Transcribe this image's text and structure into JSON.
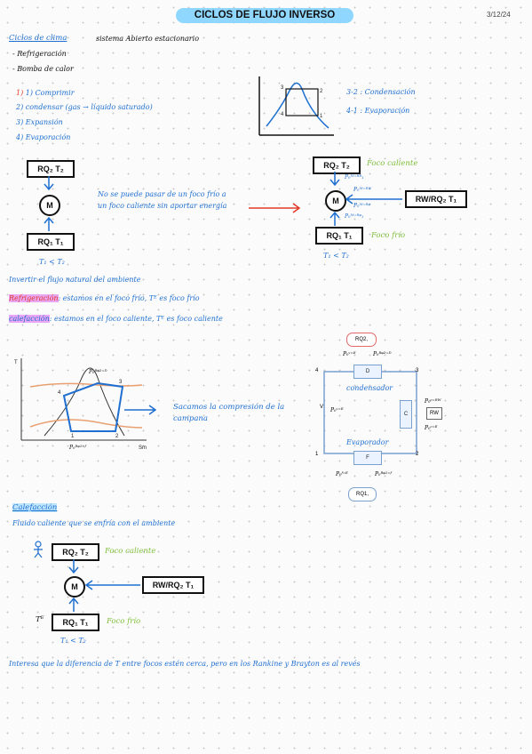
{
  "header": {
    "title": "CICLOS DE FLUJO INVERSO",
    "date": "3/12/24"
  },
  "intro": {
    "heading": "Ciclos de clima",
    "text": "sistema Abierto estacionario",
    "items": [
      "- Refrigeración",
      "- Bomba de calor"
    ]
  },
  "steps": [
    "1) Comprimir",
    "2) condensar (gas → líquido saturado)",
    "3) Expansión",
    "4) Evaporación"
  ],
  "pv_notes": [
    "3-2 : Condensación",
    "4-1 : Evaporación"
  ],
  "pv_labels": [
    "1",
    "2",
    "3",
    "4"
  ],
  "diagram_left": {
    "top_box": "RQ₂ T₂",
    "motor": "M",
    "bottom_box": "RQ₁ T₁",
    "cond": "T₁ < T₂",
    "note": "No se puede pasar de un foco frío a un foco caliente sin aportar energía"
  },
  "diagram_right": {
    "top_box": "RQ₂ T₂",
    "top_label": "Foco caliente",
    "motor": "M",
    "side_box": "RW/RQ₂ T₁",
    "bottom_box": "RQ₁ T₁",
    "bottom_label": "Foco frío",
    "cond": "T₁ < T₂",
    "p_top": "P₀ᴹ⁼ᴿᴮ₁",
    "p_mid_top": "P₀ᴹ⁼ᴿᵂ",
    "p_mid_bot": "P₀ᴹ⁼ᴿᵠ",
    "p_bot": "P₀ᴹ⁼ᴿᵠ₁"
  },
  "lines": {
    "invert": "Invertir el flujo natural del ambiente",
    "refrig_label": "Refrigeración",
    "refrig_text": ": estamos en el foco frío, Tᴱ es foco frío",
    "calef_label": "calefacción",
    "calef_text": ": estamos en el foco caliente, Tᴱ es foco caliente"
  },
  "ts_chart": {
    "axis_y": "T",
    "axis_x": "Sm",
    "labels": [
      "1",
      "2",
      "3",
      "4"
    ],
    "p_top": "P₀ᴿᵠ²⁼ᴰ",
    "p_bot": "P₀ᴿᵠ¹⁼ᶠ",
    "note": "Sacamos la compresión de la campana"
  },
  "cycle": {
    "rq2": "RQ2,",
    "rq1": "RQ1,",
    "p_top_left": "P₀ᵛ⁼ᴱ",
    "p_top_right": "P₀ᴿᵠ²⁼ᴰ",
    "d": "D",
    "condensador": "condensador",
    "v": "V",
    "p_v": "P₀ᵛ⁼ᴱ",
    "c": "C",
    "rw": "RW",
    "p_c_top": "P₀ᶜ⁼ᴿᵂ",
    "p_c_bot": "P₀ᶜ⁼ᴱ",
    "evaporador": "Evaporador",
    "f": "F",
    "p_bot_left": "P₀ᶠ⁼ᴱ",
    "p_bot_right": "P₀ᴿᵠ¹⁼ᶠ",
    "nums": [
      "4",
      "3",
      "1",
      "2"
    ]
  },
  "calef": {
    "heading": "Calefacción",
    "text": "Fluido caliente que se enfría con el ambiente",
    "top_box": "RQ₂ T₂",
    "top_label": "Foco caliente",
    "motor": "M",
    "side_box": "RW/RQ₂ T₁",
    "te": "Tᴱ",
    "bottom_box": "RQ₁ T₁",
    "bottom_label": "Foco frío",
    "cond": "T₁ < T₂",
    "final": "Interesa que la diferencia de T entre focos estén cerca, pero en los Rankine y Brayton es al revés"
  }
}
